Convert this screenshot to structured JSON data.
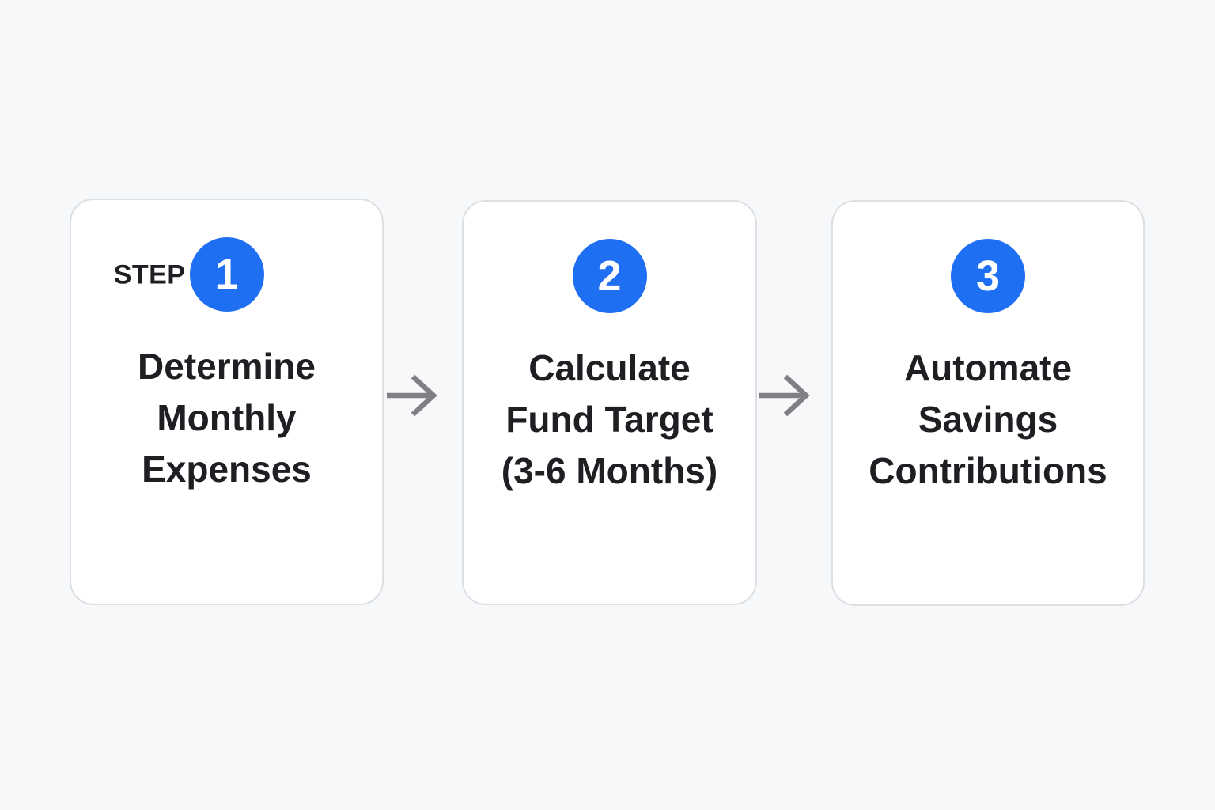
{
  "diagram": {
    "type": "process-flow",
    "direction": "left-to-right"
  },
  "colors": {
    "background": "#f7f8f9",
    "card_bg": "#ffffff",
    "card_border": "#dcdfe3",
    "accent_blue": "#1f6ff2",
    "number_color": "#ffffff",
    "title_color": "#1d1f23",
    "step_label_color": "#1d1f23",
    "arrow_color": "#7e8083"
  },
  "steps": [
    {
      "label": "STEP",
      "number": "1",
      "title": "Determine\nMonthly\nExpenses"
    },
    {
      "number": "2",
      "title": "Calculate\nFund Target\n(3-6 Months)"
    },
    {
      "number": "3",
      "title": "Automate\nSavings\nContributions"
    }
  ]
}
